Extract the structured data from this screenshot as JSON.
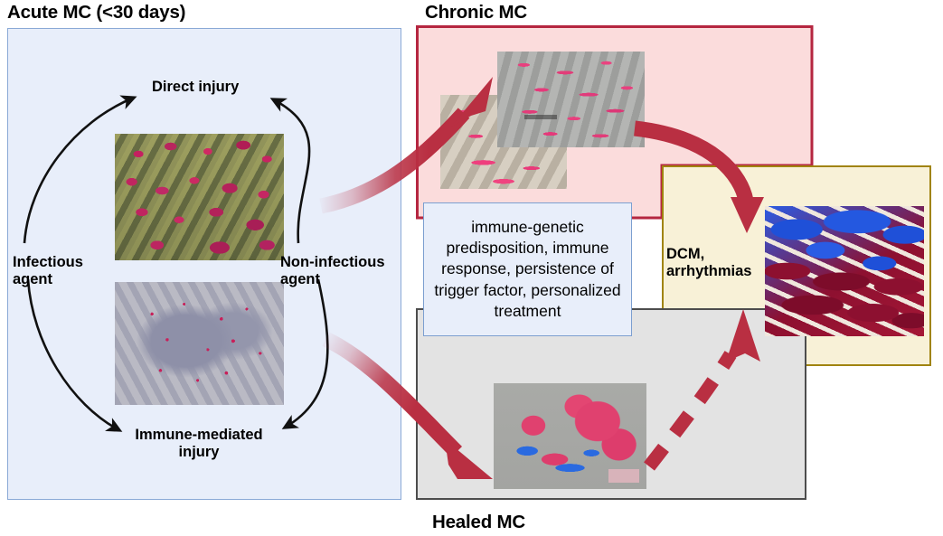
{
  "headings": {
    "acute": "Acute MC (<30 days)",
    "chronic": "Chronic MC",
    "healed": "Healed MC"
  },
  "acute_panel": {
    "cycle_labels": {
      "direct_injury": "Direct injury",
      "infectious_agent": "Infectious\nagent",
      "noninfectious_agent": "Non-infectious\nagent",
      "immune_mediated_injury": "Immune-mediated\ninjury"
    },
    "images": [
      {
        "name": "direct-injury-histology",
        "description": "immunohistochemistry, olive stroma with dense magenta inflammatory infiltrate"
      },
      {
        "name": "immune-mediated-injury-histology",
        "description": "bluish-gray myocardium with scattered red-stained immune cells"
      }
    ],
    "arrows": [
      {
        "from": "Infectious agent",
        "to": "Direct injury",
        "style": "thin-black-curve"
      },
      {
        "from": "Non-infectious agent",
        "to": "Direct injury",
        "style": "thin-black-curve"
      },
      {
        "from": "Infectious agent",
        "to": "Immune-mediated injury",
        "style": "thin-black-curve"
      },
      {
        "from": "Non-infectious agent",
        "to": "Immune-mediated injury",
        "style": "thin-black-curve"
      }
    ]
  },
  "trigger_box": {
    "text": "immune-genetic predisposition, immune response, persistence of trigger factor, personalized treatment"
  },
  "chronic_panel": {
    "images": [
      {
        "name": "chronic-mc-histology-upper",
        "description": "gray myocardium with pink fibrosis strands"
      },
      {
        "name": "chronic-mc-histology-lower",
        "description": "tan myocytes separated by pink interstitial fibrosis"
      }
    ]
  },
  "dcm_panel": {
    "label": "DCM,\narrhythmias",
    "images": [
      {
        "name": "dcm-trichrome-histology",
        "description": "Masson trichrome, blue fibrosis replacing dark red myocardium"
      }
    ]
  },
  "healed_panel": {
    "images": [
      {
        "name": "healed-mc-histology",
        "description": "whole-mount section, pink myocardium with blue scar bands"
      }
    ]
  },
  "flow_arrows": [
    {
      "name": "acute-to-chronic-arrow",
      "from": "Acute MC",
      "to": "Chronic MC",
      "style": "thick-red-solid-fading-tail"
    },
    {
      "name": "acute-to-healed-arrow",
      "from": "Acute MC",
      "to": "Healed MC",
      "style": "thick-red-solid-fading-tail"
    },
    {
      "name": "chronic-to-dcm-arrow",
      "from": "Chronic MC",
      "to": "DCM, arrhythmias",
      "style": "thick-red-solid-curve"
    },
    {
      "name": "healed-to-dcm-arrow",
      "from": "Healed MC",
      "to": "DCM, arrhythmias",
      "style": "thick-red-dashed"
    }
  ],
  "colors": {
    "acute_panel_fill": "#e8eefa",
    "acute_panel_border": "#8aa9d6",
    "chronic_panel_fill": "#fbdcdc",
    "chronic_panel_border": "#b52640",
    "dcm_panel_fill": "#f8f1d7",
    "dcm_panel_border": "#a08410",
    "healed_panel_fill": "#e3e3e3",
    "healed_panel_border": "#4d4d4d",
    "trigger_box_fill": "#e8eefa",
    "trigger_box_border": "#7c9fd0",
    "red_arrow": "#b92f42",
    "black_arrow": "#111111"
  }
}
